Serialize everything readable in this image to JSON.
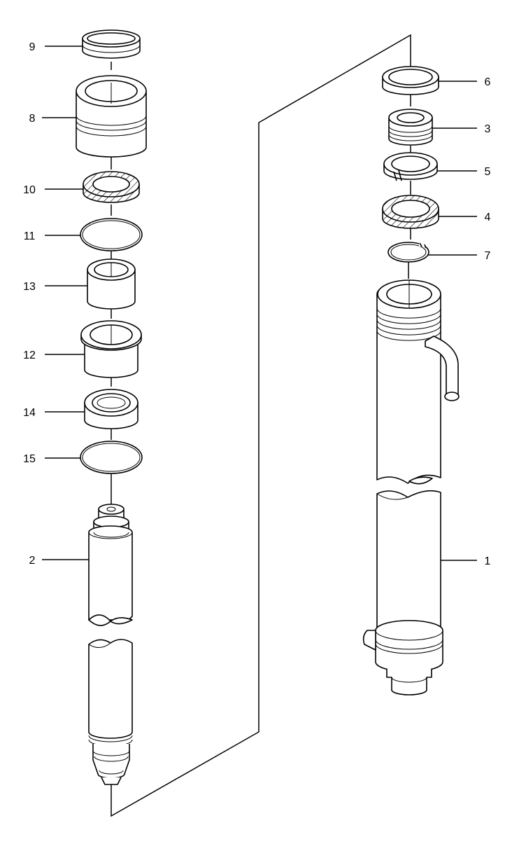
{
  "diagram": {
    "type": "exploded-parts-view",
    "colors": {
      "ink": "#000000",
      "paper": "#ffffff"
    },
    "callouts": [
      {
        "id": "9",
        "label": "9"
      },
      {
        "id": "8",
        "label": "8"
      },
      {
        "id": "10",
        "label": "10"
      },
      {
        "id": "11",
        "label": "11"
      },
      {
        "id": "13",
        "label": "13"
      },
      {
        "id": "12",
        "label": "12"
      },
      {
        "id": "14",
        "label": "14"
      },
      {
        "id": "15",
        "label": "15"
      },
      {
        "id": "2",
        "label": "2"
      },
      {
        "id": "6",
        "label": "6"
      },
      {
        "id": "3",
        "label": "3"
      },
      {
        "id": "5",
        "label": "5"
      },
      {
        "id": "4",
        "label": "4"
      },
      {
        "id": "7",
        "label": "7"
      },
      {
        "id": "1",
        "label": "1"
      }
    ]
  }
}
